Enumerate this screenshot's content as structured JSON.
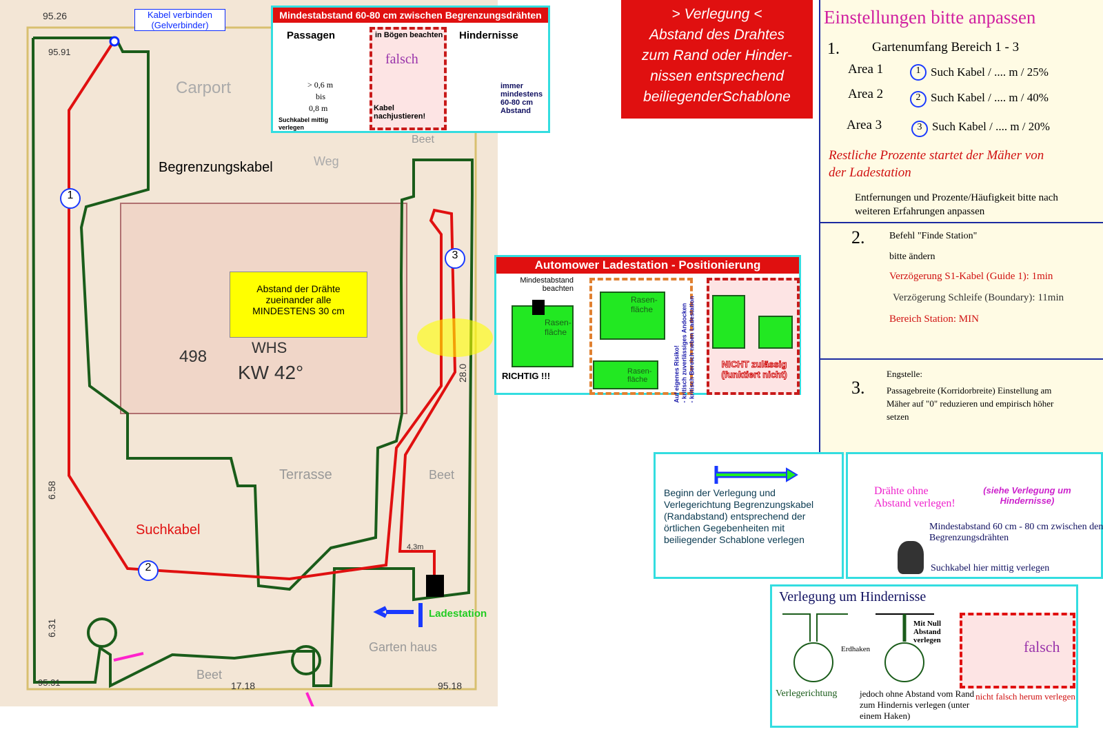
{
  "map": {
    "connect_label": "Kabel verbinden (Gelverbinder)",
    "boundary_label": "Begrenzungskabel",
    "guide_label": "Suchkabel",
    "distance_note": "Abstand der Drähte zueinander alle MINDESTENS 30 cm",
    "station_label": "Ladestation",
    "markers": [
      "1",
      "2",
      "3"
    ],
    "sketch_labels": [
      "95.26",
      "95.91",
      "Carport",
      "Weg",
      "Beet",
      "498",
      "WHS",
      "KW 42°",
      "Terrasse",
      "Beet",
      "Garten haus",
      "Beet",
      "17.18",
      "95.18",
      "95.31",
      "6.58",
      "6.31",
      "28.0",
      "4,3m"
    ],
    "colors": {
      "boundary": "#1a5c1a",
      "guide": "#e01010",
      "paper": "#f3e6d6"
    }
  },
  "spacing": {
    "title": "Mindestabstand 60-80 cm zwischen Begrenzungsdrähten",
    "passagen": "Passagen",
    "passagen_value1": "> 0,6 m",
    "passagen_value2": "bis",
    "passagen_value3": "0,8 m",
    "passagen_note": "Suchkabel mittig verlegen",
    "curves_title": "in Bögen beachten",
    "curves_wrong": "falsch",
    "curves_note": "Kabel nachjustieren!",
    "obstacles": "Hindernisse",
    "obstacles_note": "immer mindestens 60-80 cm Abstand"
  },
  "laying": {
    "lines": [
      "> Verlegung <",
      "Abstand des Drahtes",
      "zum Rand oder Hinder-",
      "nissen entsprechend",
      "beiliegenderSchablone"
    ]
  },
  "station": {
    "title": "Automower Ladestation - Positionierung",
    "min_dist": "Mindestabstand beachten",
    "lawn": "Rasen-fläche",
    "correct": "RICHTIG !!!",
    "risk": [
      "Auf eigenes Risiko!",
      "- kritisch zuverlässiges Andocken",
      "- kritisch Bereich neben Ladestation"
    ],
    "not_allowed": "NICHT zulässig (funktiert nicht)"
  },
  "settings": {
    "title": "Einstellungen bitte anpassen",
    "s1_num": "1.",
    "s1_title": "Gartenumfang Bereich 1 - 3",
    "areas": [
      {
        "name": "Area 1",
        "marker": "1",
        "text": "Such Kabel / .... m / 25%"
      },
      {
        "name": "Area 2",
        "marker": "2",
        "text": "Such Kabel / .... m / 40%"
      },
      {
        "name": "Area 3",
        "marker": "3",
        "text": "Such Kabel / .... m / 20%"
      }
    ],
    "rest": "Restliche Prozente  startet der Mäher von der Ladestation",
    "adjust": "Entfernungen und Prozente/Häufigkeit bitte nach weiteren Erfahrungen anpassen",
    "s2_num": "2.",
    "s2_l1": "Befehl \"Finde Station\"",
    "s2_l2": "bitte ändern",
    "s2_l3": "Verzögerung S1-Kabel (Guide 1): 1min",
    "s2_l4": "Verzögerung Schleife (Boundary): 11min",
    "s2_l5": "Bereich Station: MIN",
    "s3_num": "3.",
    "s3_l1": "Engstelle:",
    "s3_l2": "Passagebreite (Korridorbreite) Einstellung am Mäher auf \"0\" reduzieren und empirisch höher setzen"
  },
  "start": {
    "text": "Beginn der Verlegung und Verlegerichtung Begrenzungskabel (Randabstand) entsprechend der örtlichen Gegebenheiten mit beiliegender Schablone verlegen"
  },
  "wires": {
    "no_gap": "Drähte ohne Abstand verlegen!",
    "see": "(siehe Verlegung um Hindernisse)",
    "min": "Mindestabstand 60 cm - 80 cm zwischen den Begrenzungsdrähten",
    "guide": "Suchkabel hier mittig verlegen"
  },
  "obst": {
    "title": "Verlegung um Hindernisse",
    "direction": "Verlegerichtung",
    "pegs": "Erdhaken",
    "zero": "Mit Null Abstand verlegen",
    "note": "jedoch ohne Abstand vom Rand zum Hindernis verlegen (unter einem Haken)",
    "wrong": "falsch",
    "wrong_note": "nicht falsch herum verlegen"
  }
}
